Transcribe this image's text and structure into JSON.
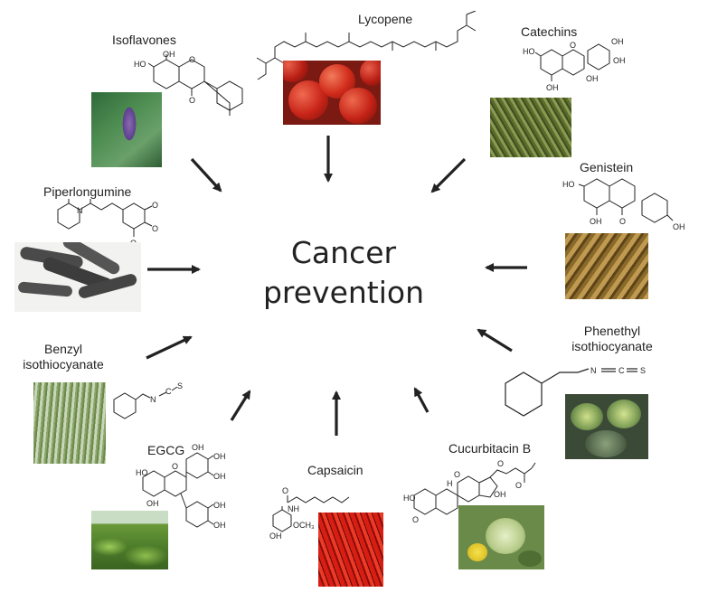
{
  "title": {
    "line1": "Cancer",
    "line2": "prevention"
  },
  "compounds": {
    "isoflavones": {
      "name": "Isoflavones",
      "photo_icon": "kudzu-flower-photo"
    },
    "lycopene": {
      "name": "Lycopene",
      "photo_icon": "tomatoes-photo"
    },
    "catechins": {
      "name": "Catechins",
      "photo_icon": "tea-shrub-photo"
    },
    "genistein": {
      "name": "Genistein",
      "photo_icon": "soybean-pods-photo"
    },
    "piperlongumine": {
      "name": "Piperlongumine",
      "photo_icon": "long-pepper-photo"
    },
    "phenethyl": {
      "name_line1": "Phenethyl",
      "name_line2": "isothiocyanate",
      "photo_icon": "cabbage-photo"
    },
    "benzyl": {
      "name_line1": "Benzyl",
      "name_line2": "isothiocyanate",
      "photo_icon": "garden-cress-photo"
    },
    "egcg": {
      "name": "EGCG",
      "photo_icon": "tea-plantation-photo"
    },
    "capsaicin": {
      "name": "Capsaicin",
      "photo_icon": "chili-peppers-photo"
    },
    "cucurbitacin": {
      "name": "Cucurbitacin B",
      "photo_icon": "cucumber-flower-photo"
    }
  },
  "atoms": {
    "ho": "HO",
    "oh": "OH",
    "o": "O",
    "n": "N",
    "c": "C",
    "s": "S",
    "nh": "NH",
    "och3": "OCH₃",
    "h": "H"
  },
  "colors": {
    "arrow": "#222222",
    "text": "#222222",
    "background": "#ffffff"
  }
}
